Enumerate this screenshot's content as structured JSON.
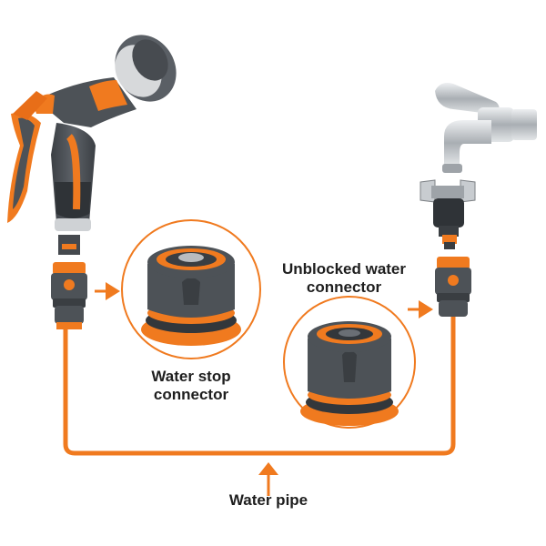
{
  "labels": {
    "water_stop_line1": "Water stop",
    "water_stop_line2": "connector",
    "unblocked_line1": "Unblocked water",
    "unblocked_line2": "connector",
    "water_pipe": "Water pipe"
  },
  "colors": {
    "accent_orange": "#f07a1f",
    "body_gray": "#4d5257",
    "dark_gray": "#33373b",
    "chrome": "#c8ccd0",
    "light_gray": "#b9bcbf"
  },
  "icons": {
    "spray_gun": "spray-gun-icon",
    "faucet": "faucet-icon",
    "tap_adapter": "tap-adapter-icon",
    "connector": "hose-connector-icon"
  }
}
